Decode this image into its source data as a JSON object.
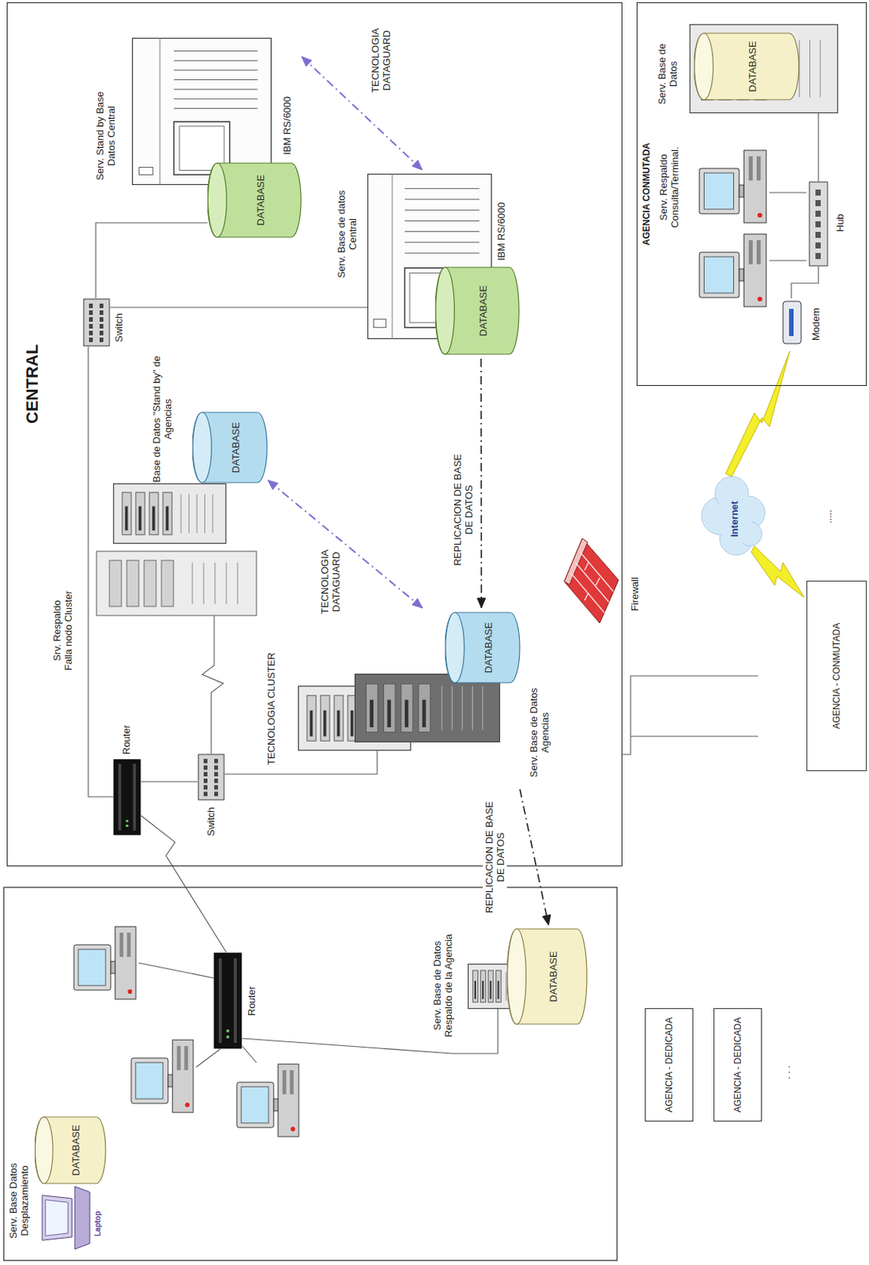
{
  "diagram": {
    "nodes": [
      {
        "text": [
          "CENTRAL"
        ]
      },
      {
        "text": [
          "Serv. Stand by Base Datos Central",
          "IBM RS/6000",
          "DATABASE"
        ],
        "in": 0
      },
      {
        "text": [
          "Serv. Base de datos Central",
          "IBM RS/6000",
          "DATABASE"
        ],
        "in": 0
      },
      {
        "text": [
          "Base de Datos \"Stand by\" de Agencias",
          "DATABASE"
        ],
        "in": 0
      },
      {
        "text": [
          "Serv. Base de Datos Agencias",
          "DATABASE"
        ],
        "in": 0
      },
      {
        "text": [
          "Serv. Base Datos Desplazamiento",
          "DATABASE"
        ]
      },
      {
        "text": [
          "Serv. Base de Datos Respaldo de la Agencia",
          "DATABASE"
        ]
      },
      {
        "text": [
          "AGENCIA CONMUTADA"
        ]
      },
      {
        "text": [
          "Serv. Base de Datos",
          "DATABASE"
        ],
        "in": 7
      },
      {
        "text": [
          "AGENCIA - CONMUTADA"
        ]
      },
      {
        "text": [
          "AGENCIA - DEDICADA"
        ]
      },
      {
        "text": [
          "AGENCIA - DEDICADA"
        ]
      }
    ],
    "edges": [
      {
        "from": 1,
        "to": 2,
        "arrow": "both",
        "label": "TECNOLOGIA DATAGUARD"
      },
      {
        "from": 4,
        "to": 3,
        "arrow": "both",
        "label": "TECNOLOGIA DATAGUARD"
      },
      {
        "from": 2,
        "to": 4,
        "arrow": "to",
        "label": "REPLICACION DE BASE DE DATOS"
      },
      {
        "from": 4,
        "to": 6,
        "arrow": "to",
        "label": "REPLICACION DE BASE DE DATOS"
      }
    ],
    "labels": [
      "Switch",
      "Router",
      "Switch",
      "Srv. Respaldo Falla nodo Cluster",
      "TECNOLOGIA CLUSTER",
      "Firewall",
      "Internet",
      "Router",
      "Laptop",
      "Serv. Respaldo Consulta/Terminal.",
      "Modem",
      "Hub",
      ".....",
      ". . ."
    ]
  }
}
